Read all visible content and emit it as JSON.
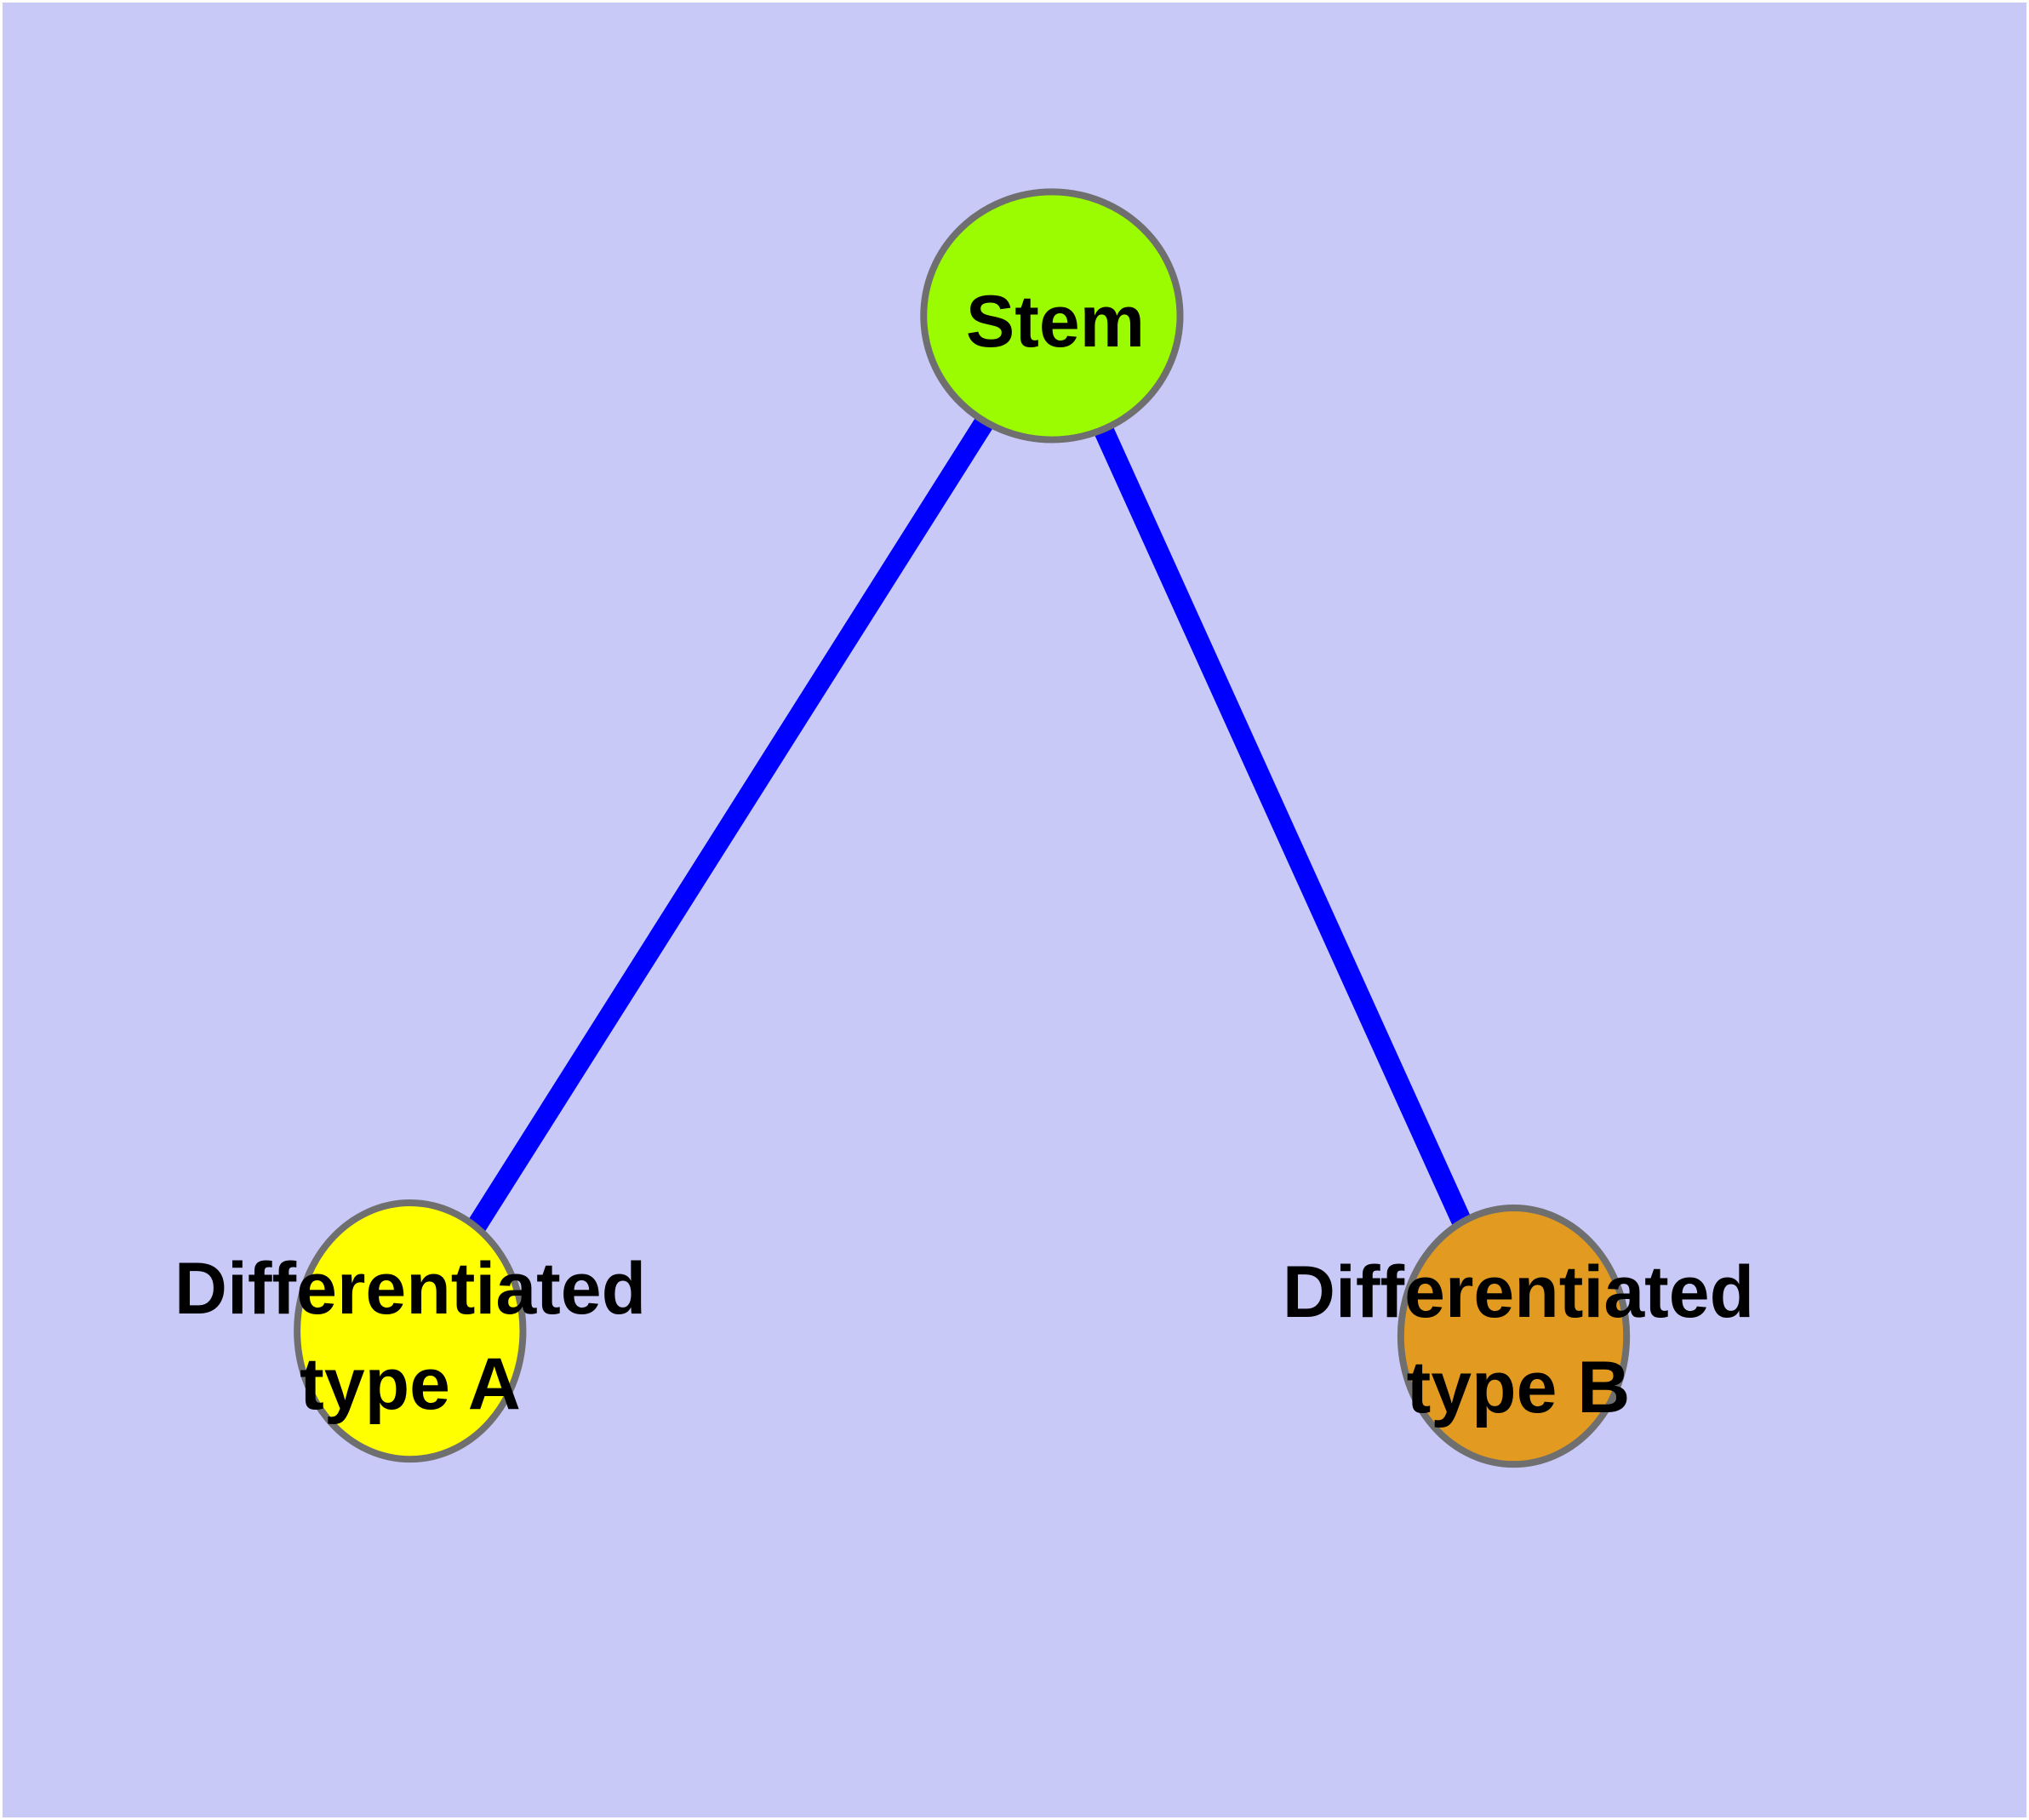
{
  "theme": {
    "background_color": "#C9C9F8",
    "frame_color": "#FFFFFF",
    "edge_color": "#0000FE",
    "node_border_color": "#6F6F6F",
    "label_color": "#000000"
  },
  "nodes": {
    "stem": {
      "label": "Stem",
      "color": "#9BFB00"
    },
    "type_a": {
      "label": "Differentiated\ntype A",
      "color": "#FFFF00"
    },
    "type_b": {
      "label": "Differentiated\ntype B",
      "color": "#E29A20"
    }
  },
  "edges": [
    {
      "from": "Stem",
      "to": "Differentiated type A"
    },
    {
      "from": "Stem",
      "to": "Differentiated type B"
    }
  ]
}
